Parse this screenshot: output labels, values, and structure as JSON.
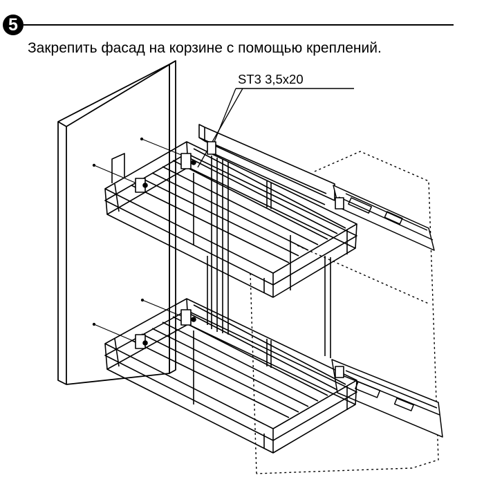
{
  "step": {
    "number": "5",
    "instruction": "Закрепить фасад на корзине с помощью креплений."
  },
  "callout": {
    "label": "ST3 3,5x20"
  },
  "colors": {
    "ink": "#000000",
    "paper": "#ffffff"
  }
}
